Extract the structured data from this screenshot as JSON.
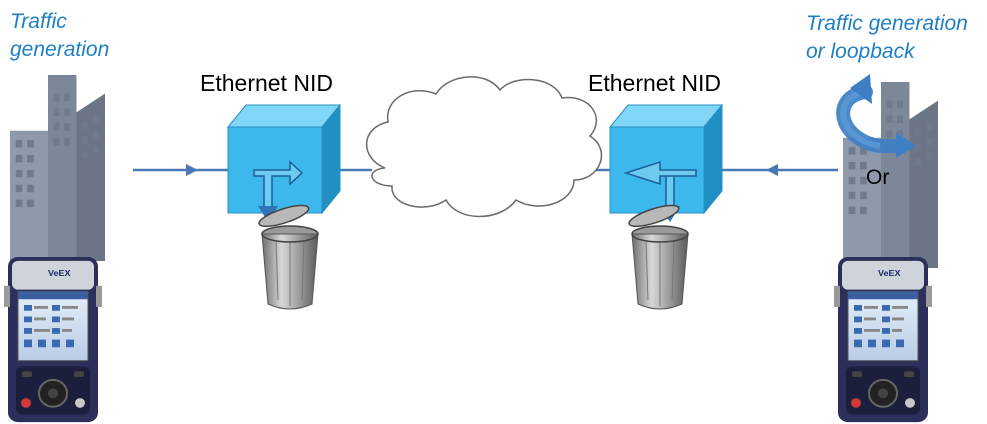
{
  "left": {
    "caption_line1": "Traffic",
    "caption_line2": "generation"
  },
  "right": {
    "caption_line1": "Traffic generation",
    "caption_line2": "or loopback",
    "or_label": "Or"
  },
  "nid_left_label": "Ethernet NID",
  "nid_right_label": "Ethernet NID",
  "tester_brand": "VeEX",
  "colors": {
    "caption": "#1f7fc4",
    "link": "#4a78b4",
    "nid_front": "#3db8ec",
    "nid_top": "#7fd6f6",
    "nid_side": "#1f8fc4",
    "building": "#8a97a8",
    "loop_arrow": "#3d7fc4"
  }
}
